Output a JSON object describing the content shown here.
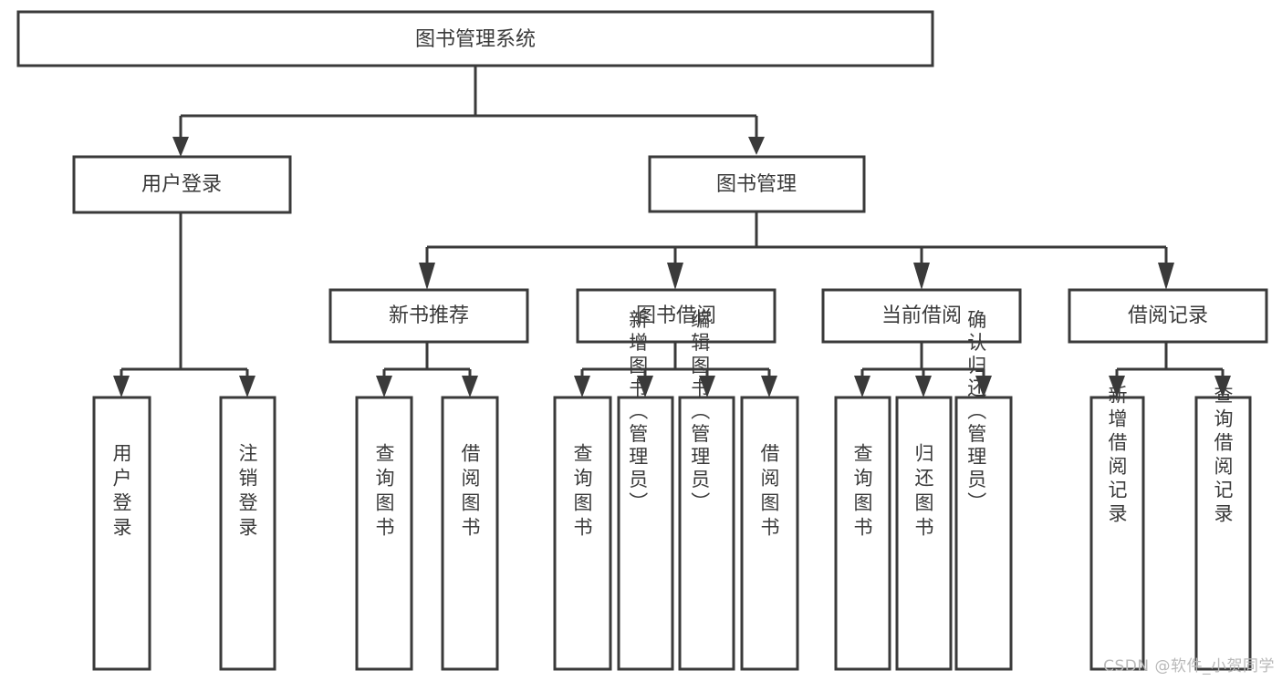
{
  "diagram": {
    "title": "图书管理系统",
    "type": "tree-hierarchy-diagram",
    "colors": {
      "box_stroke": "#3a3a3a",
      "box_fill": "#ffffff",
      "connector": "#3a3a3a",
      "text": "#3a3a3a",
      "watermark": "#b9b9b9",
      "background": "#ffffff"
    },
    "root": {
      "label": "图书管理系统"
    },
    "level2": [
      {
        "label": "用户登录"
      },
      {
        "label": "图书管理"
      }
    ],
    "level3": [
      {
        "label": "新书推荐"
      },
      {
        "label": "图书借阅"
      },
      {
        "label": "当前借阅"
      },
      {
        "label": "借阅记录"
      }
    ],
    "leaves_user_login": [
      {
        "label": "用户登录"
      },
      {
        "label": "注销登录"
      }
    ],
    "leaves_new_book": [
      {
        "label": "查询图书"
      },
      {
        "label": "借阅图书"
      }
    ],
    "leaves_borrow": [
      {
        "label": "查询图书"
      },
      {
        "label": "新增图书（管理员）"
      },
      {
        "label": "编辑图书（管理员）"
      },
      {
        "label": "借阅图书"
      }
    ],
    "leaves_current": [
      {
        "label": "查询图书"
      },
      {
        "label": "归还图书"
      },
      {
        "label": "确认归还（管理员）"
      }
    ],
    "leaves_record": [
      {
        "label": "新增借阅记录"
      },
      {
        "label": "查询借阅记录"
      }
    ]
  },
  "watermark": {
    "text": "CSDN @软件_小贺同学"
  }
}
